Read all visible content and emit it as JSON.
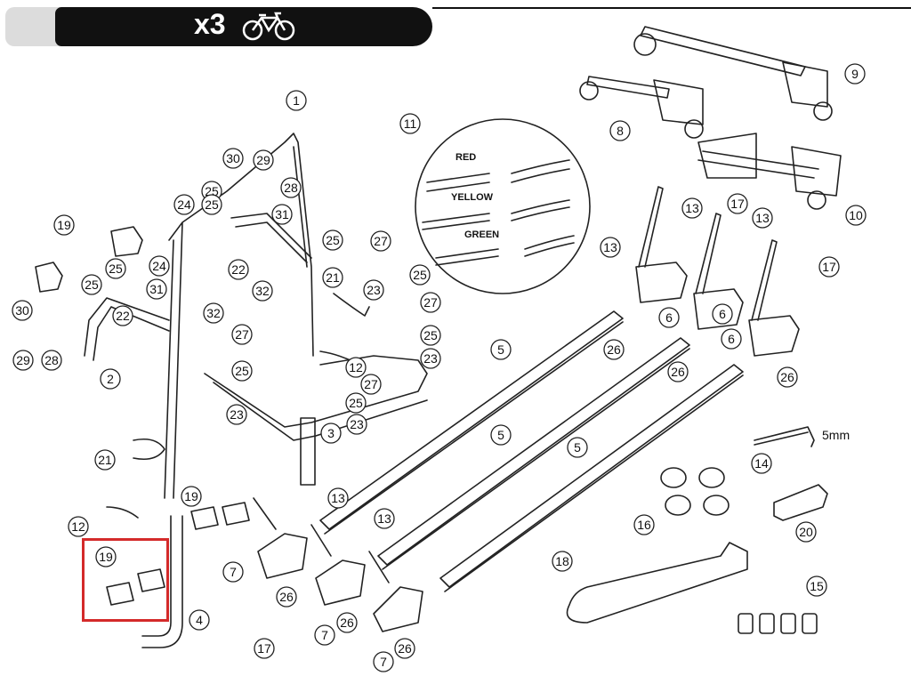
{
  "header": {
    "title": "x3",
    "icon": "bicycle-icon"
  },
  "colors": {
    "highlight": "#d42a2a",
    "header_bg": "#111111"
  },
  "labels": {
    "strap_red": "RED",
    "strap_yellow": "YELLOW",
    "strap_green": "GREEN",
    "hex_key_size": "5mm"
  },
  "parts": [
    {
      "id": "p1",
      "n": "1"
    },
    {
      "id": "p2",
      "n": "2"
    },
    {
      "id": "p3",
      "n": "3"
    },
    {
      "id": "p4",
      "n": "4"
    },
    {
      "id": "p5a",
      "n": "5"
    },
    {
      "id": "p5b",
      "n": "5"
    },
    {
      "id": "p5c",
      "n": "5"
    },
    {
      "id": "p6a",
      "n": "6"
    },
    {
      "id": "p6b",
      "n": "6"
    },
    {
      "id": "p6c",
      "n": "6"
    },
    {
      "id": "p7a",
      "n": "7"
    },
    {
      "id": "p7b",
      "n": "7"
    },
    {
      "id": "p7c",
      "n": "7"
    },
    {
      "id": "p8",
      "n": "8"
    },
    {
      "id": "p9",
      "n": "9"
    },
    {
      "id": "p10",
      "n": "10"
    },
    {
      "id": "p11",
      "n": "11"
    },
    {
      "id": "p12a",
      "n": "12"
    },
    {
      "id": "p12b",
      "n": "12"
    },
    {
      "id": "p13a",
      "n": "13"
    },
    {
      "id": "p13b",
      "n": "13"
    },
    {
      "id": "p13c",
      "n": "13"
    },
    {
      "id": "p13d",
      "n": "13"
    },
    {
      "id": "p13e",
      "n": "13"
    },
    {
      "id": "p14",
      "n": "14"
    },
    {
      "id": "p15",
      "n": "15"
    },
    {
      "id": "p16",
      "n": "16"
    },
    {
      "id": "p17a",
      "n": "17"
    },
    {
      "id": "p17b",
      "n": "17"
    },
    {
      "id": "p17c",
      "n": "17"
    },
    {
      "id": "p18",
      "n": "18"
    },
    {
      "id": "p19a",
      "n": "19"
    },
    {
      "id": "p19b",
      "n": "19"
    },
    {
      "id": "p19c",
      "n": "19"
    },
    {
      "id": "p20",
      "n": "20"
    },
    {
      "id": "p21a",
      "n": "21"
    },
    {
      "id": "p21b",
      "n": "21"
    },
    {
      "id": "p22a",
      "n": "22"
    },
    {
      "id": "p22b",
      "n": "22"
    },
    {
      "id": "p23a",
      "n": "23"
    },
    {
      "id": "p23b",
      "n": "23"
    },
    {
      "id": "p23c",
      "n": "23"
    },
    {
      "id": "p23d",
      "n": "23"
    },
    {
      "id": "p24a",
      "n": "24"
    },
    {
      "id": "p24b",
      "n": "24"
    },
    {
      "id": "p25a",
      "n": "25"
    },
    {
      "id": "p25b",
      "n": "25"
    },
    {
      "id": "p25c",
      "n": "25"
    },
    {
      "id": "p25d",
      "n": "25"
    },
    {
      "id": "p25e",
      "n": "25"
    },
    {
      "id": "p25f",
      "n": "25"
    },
    {
      "id": "p25g",
      "n": "25"
    },
    {
      "id": "p25h",
      "n": "25"
    },
    {
      "id": "p25i",
      "n": "25"
    },
    {
      "id": "p26a",
      "n": "26"
    },
    {
      "id": "p26b",
      "n": "26"
    },
    {
      "id": "p26c",
      "n": "26"
    },
    {
      "id": "p26d",
      "n": "26"
    },
    {
      "id": "p26e",
      "n": "26"
    },
    {
      "id": "p26f",
      "n": "26"
    },
    {
      "id": "p27a",
      "n": "27"
    },
    {
      "id": "p27b",
      "n": "27"
    },
    {
      "id": "p27c",
      "n": "27"
    },
    {
      "id": "p27d",
      "n": "27"
    },
    {
      "id": "p28a",
      "n": "28"
    },
    {
      "id": "p28b",
      "n": "28"
    },
    {
      "id": "p29a",
      "n": "29"
    },
    {
      "id": "p29b",
      "n": "29"
    },
    {
      "id": "p30a",
      "n": "30"
    },
    {
      "id": "p30b",
      "n": "30"
    },
    {
      "id": "p31a",
      "n": "31"
    },
    {
      "id": "p31b",
      "n": "31"
    },
    {
      "id": "p32a",
      "n": "32"
    },
    {
      "id": "p32b",
      "n": "32"
    }
  ]
}
